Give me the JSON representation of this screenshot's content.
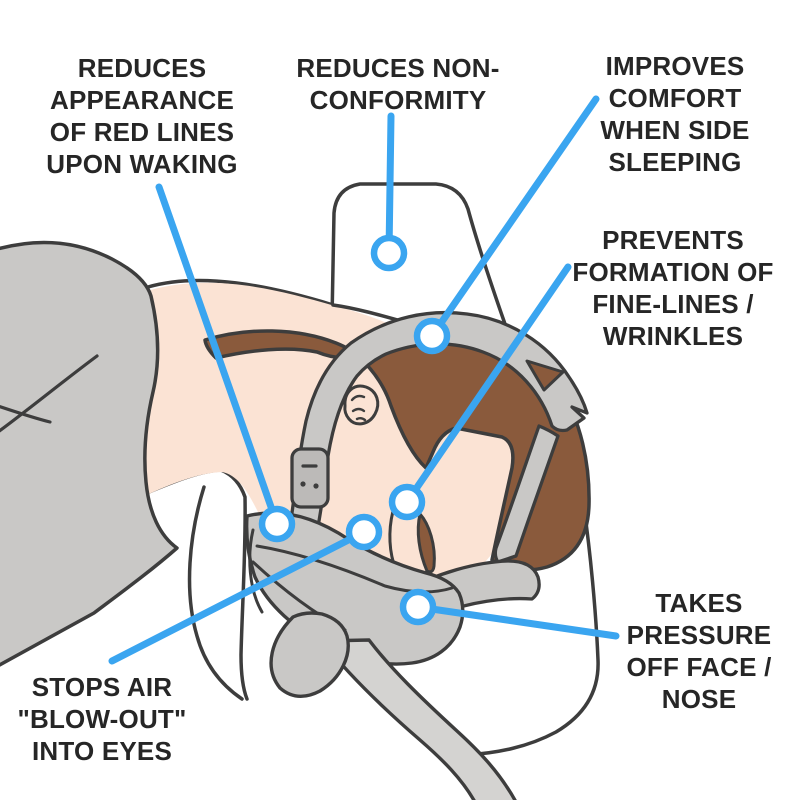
{
  "figure": {
    "type": "annotated-illustration",
    "description": "Person sleeping on side on a pillow wearing a CPAP nasal mask with headgear straps; six blue callout lines with circle markers point to features"
  },
  "colors": {
    "callout_blue": "#3aa5f0",
    "outline_dark": "#3d3d3d",
    "skin": "#fbe3d4",
    "hair_brown": "#8a5a3c",
    "gear_gray": "#c9c8c6",
    "buckle_gray": "#bcbab8",
    "pillow_white": "#ffffff",
    "label_text": "#262626"
  },
  "labels": [
    {
      "id": "reduces-red-lines",
      "lines": [
        "REDUCES",
        "APPEARANCE",
        "OF RED LINES",
        "UPON WAKING"
      ]
    },
    {
      "id": "reduces-non-conformity",
      "lines": [
        "REDUCES NON-",
        "CONFORMITY"
      ]
    },
    {
      "id": "improves-comfort",
      "lines": [
        "IMPROVES",
        "COMFORT",
        "WHEN SIDE",
        "SLEEPING"
      ]
    },
    {
      "id": "prevents-wrinkles",
      "lines": [
        "PREVENTS",
        "FORMATION OF",
        "FINE-LINES /",
        "WRINKLES"
      ]
    },
    {
      "id": "takes-pressure",
      "lines": [
        "TAKES",
        "PRESSURE",
        "OFF FACE /",
        "NOSE"
      ]
    },
    {
      "id": "stops-air-blowout",
      "lines": [
        "STOPS AIR",
        "\"BLOW-OUT\"",
        "INTO EYES"
      ]
    }
  ],
  "callouts": [
    {
      "label_id": "reduces-red-lines",
      "text": "REDUCES APPEARANCE OF RED LINES UPON WAKING",
      "points_to": "strap beside nose bridge"
    },
    {
      "label_id": "reduces-non-conformity",
      "text": "REDUCES NON-CONFORMITY",
      "points_to": "pillow"
    },
    {
      "label_id": "improves-comfort",
      "text": "IMPROVES COMFORT WHEN SIDE SLEEPING",
      "points_to": "top of head"
    },
    {
      "label_id": "prevents-wrinkles",
      "text": "PREVENTS FORMATION OF FINE-LINES / WRINKLES",
      "points_to": "cheek near eye"
    },
    {
      "label_id": "takes-pressure",
      "text": "TAKES PRESSURE OFF FACE / NOSE",
      "points_to": "bottom of mask at chin"
    },
    {
      "label_id": "stops-air-blowout",
      "text": "STOPS AIR \"BLOW-OUT\" INTO EYES",
      "points_to": "top of mask cushion"
    }
  ]
}
